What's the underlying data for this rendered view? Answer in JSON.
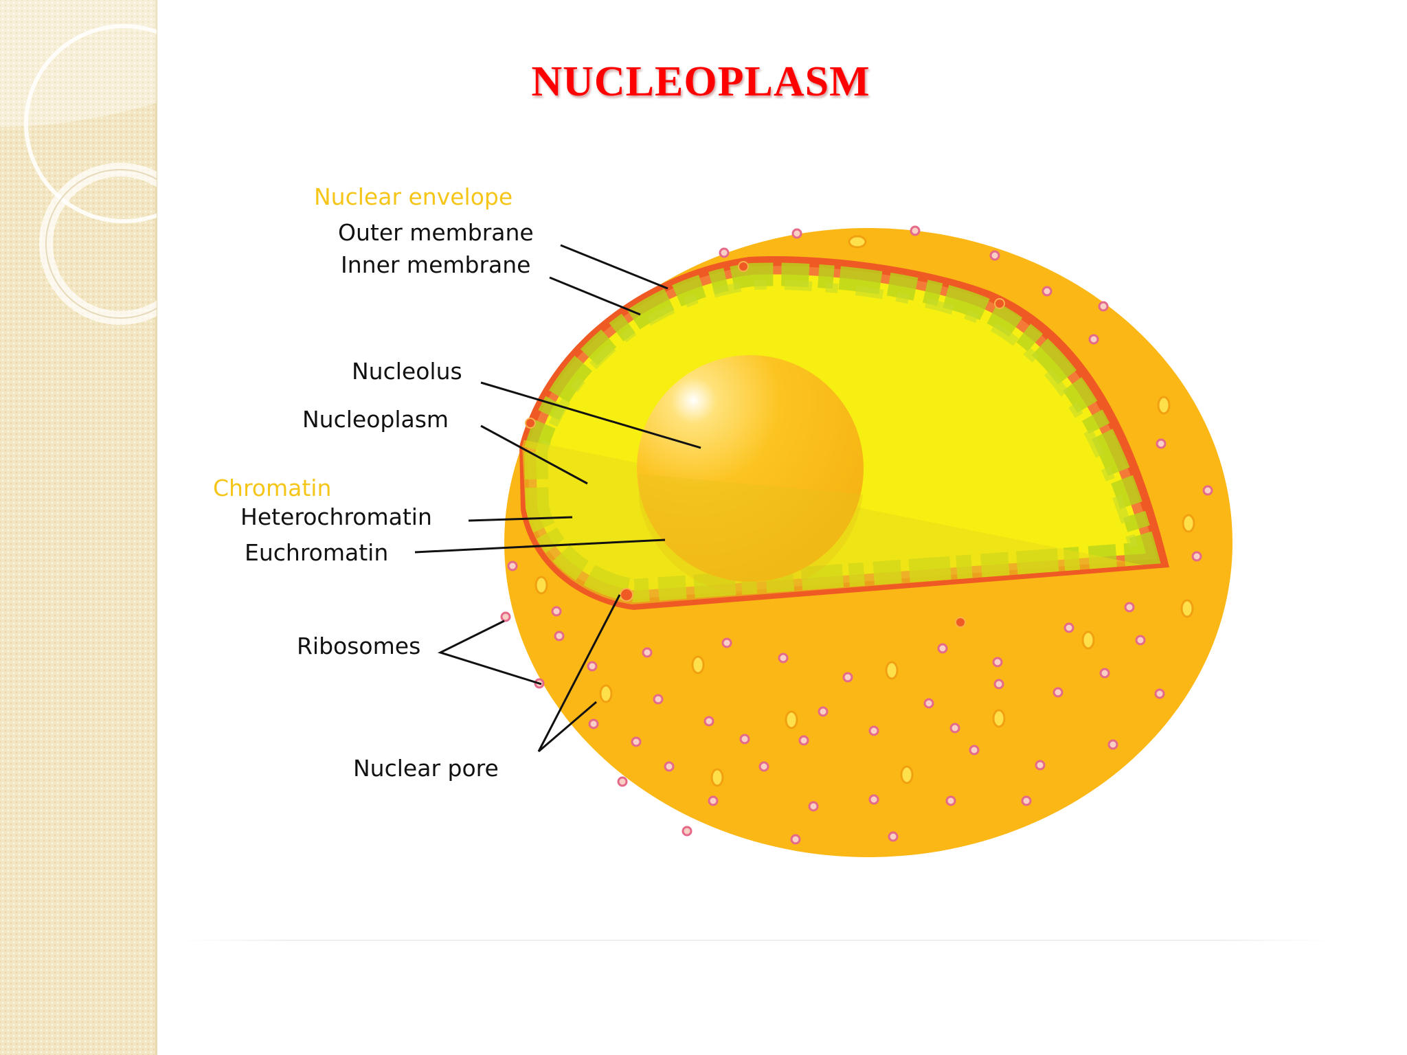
{
  "slide": {
    "title": "NUCLEOPLASM"
  },
  "diagram": {
    "group_labels": {
      "nuclear_envelope": "Nuclear envelope",
      "chromatin": "Chromatin"
    },
    "labels": {
      "outer_membrane": "Outer membrane",
      "inner_membrane": "Inner membrane",
      "nucleolus": "Nucleolus",
      "nucleoplasm": "Nucleoplasm",
      "heterochromatin": "Heterochromatin",
      "euchromatin": "Euchromatin",
      "ribosomes": "Ribosomes",
      "nuclear_pore": "Nuclear pore"
    }
  },
  "colors": {
    "title": "#ff0000",
    "group_label": "#f5c518",
    "label": "#111111",
    "cytoplasm_shell": "#fbb715",
    "membrane": "#ef5a24",
    "nucleoplasm": "#f7ee12",
    "heterochromatin": "#b8d41c",
    "nucleolus": "#fbbf17",
    "ribosome": "#e56a8a",
    "sidebar": "#f3e6c2"
  }
}
